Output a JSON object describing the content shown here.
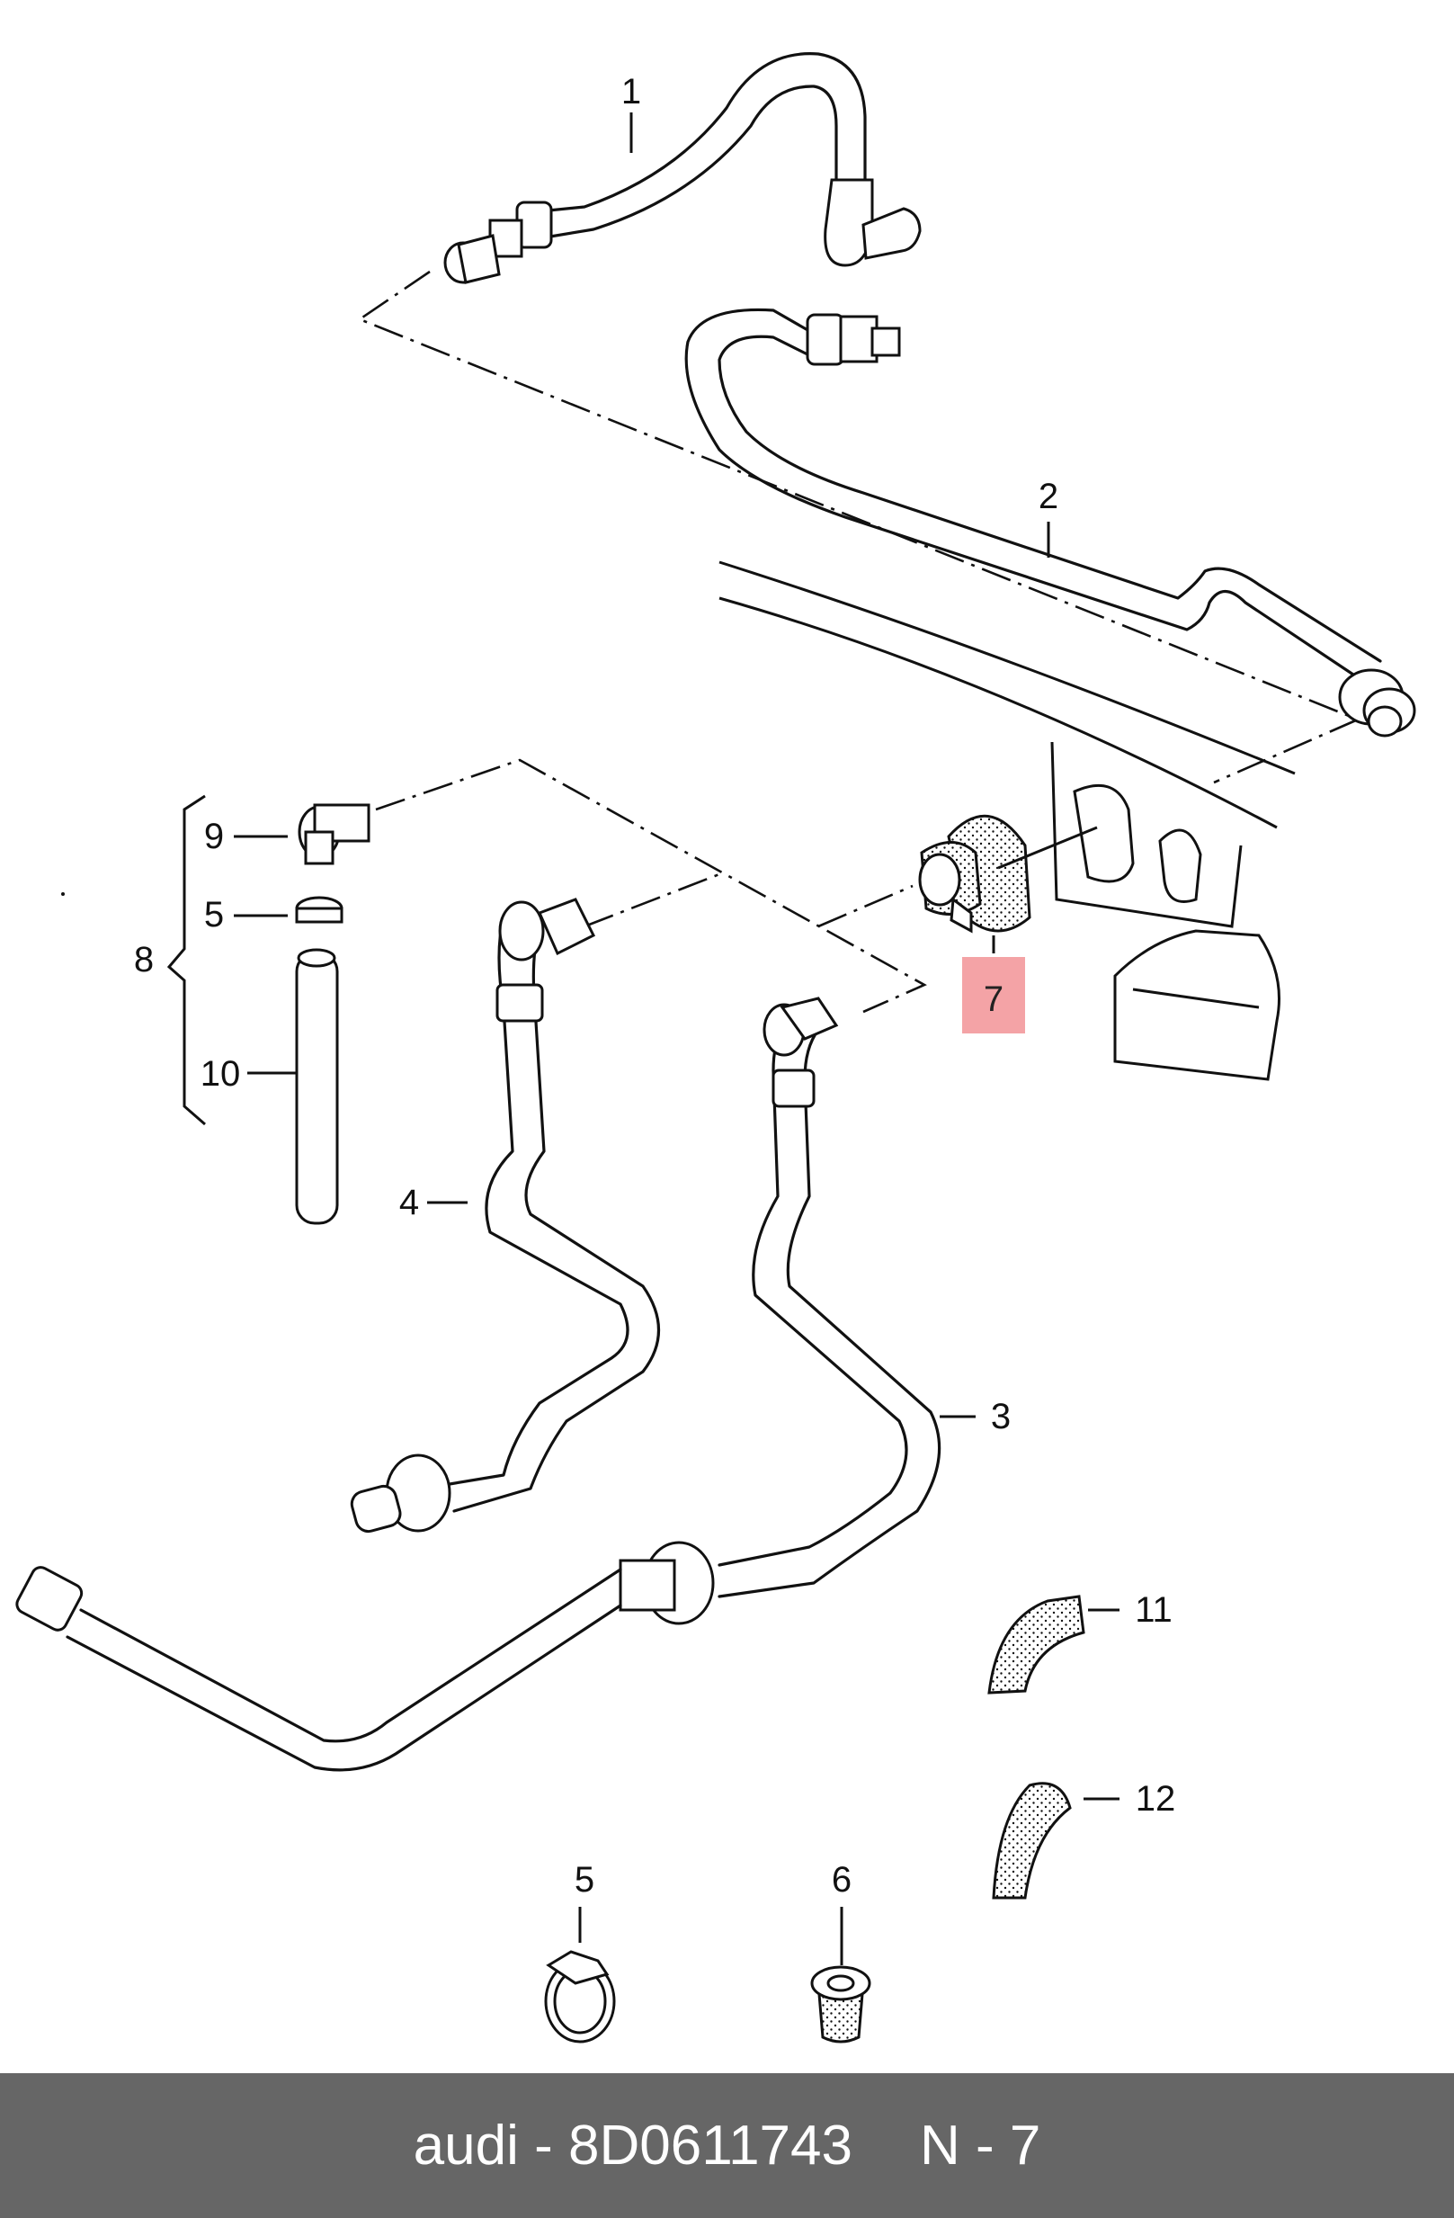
{
  "diagram": {
    "callouts": {
      "c1": "1",
      "c2": "2",
      "c3": "3",
      "c4": "4",
      "c5a": "5",
      "c5b": "5",
      "c6": "6",
      "c7": "7",
      "c8": "8",
      "c9": "9",
      "c10": "10",
      "c11": "11",
      "c12": "12"
    },
    "highlight_color": "#f4a3a6"
  },
  "footer": {
    "brand": "audi",
    "separator": "-",
    "part_number": "8D0611743",
    "position_label": "N - 7"
  }
}
